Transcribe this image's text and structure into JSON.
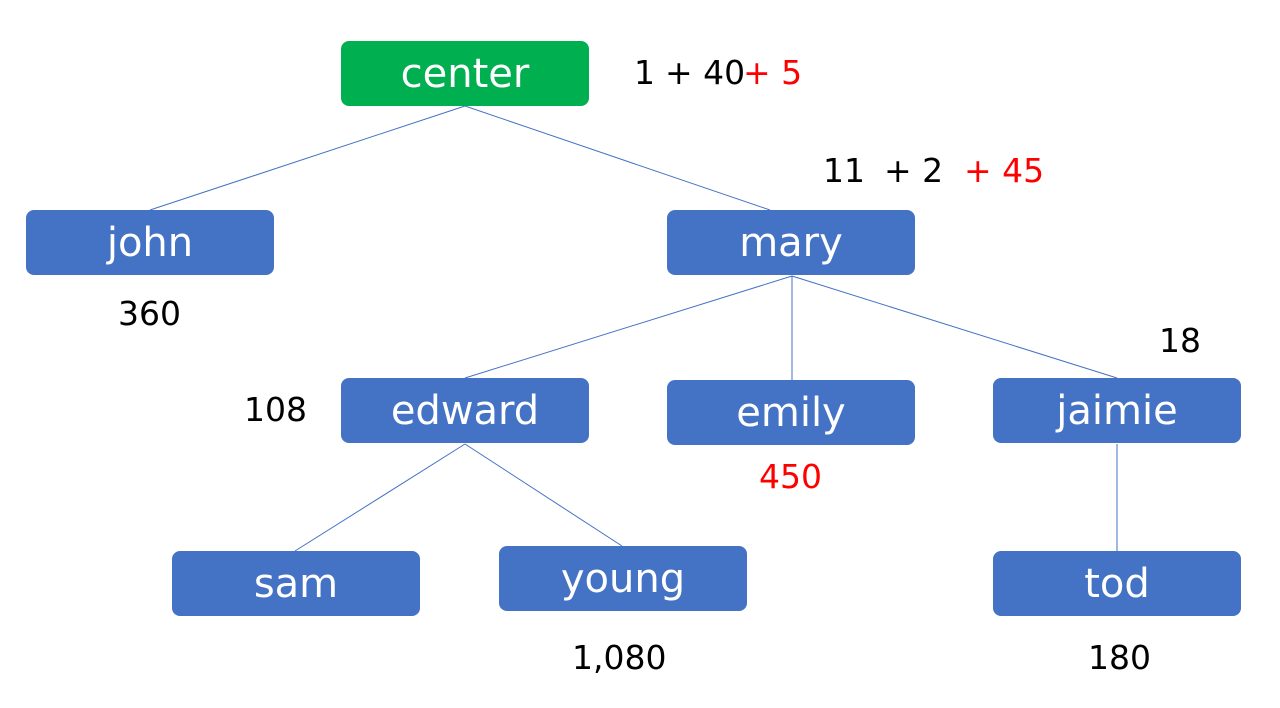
{
  "colors": {
    "node_blue": "#4472c4",
    "node_green": "#00b050",
    "edge": "#4472c4",
    "label_black": "#000000",
    "label_red": "#ff0000"
  },
  "nodes": {
    "center": "center",
    "john": "john",
    "mary": "mary",
    "edward": "edward",
    "emily": "emily",
    "jaimie": "jaimie",
    "sam": "sam",
    "young": "young",
    "tod": "tod"
  },
  "labels": {
    "center_a": "1",
    "center_b": "+ 40",
    "center_c": "+ 5",
    "mary_a": "11",
    "mary_b": "+ 2",
    "mary_c": "+ 45",
    "john": "360",
    "edward": "108",
    "emily": "450",
    "jaimie": "18",
    "young": "1,080",
    "tod": "180"
  }
}
